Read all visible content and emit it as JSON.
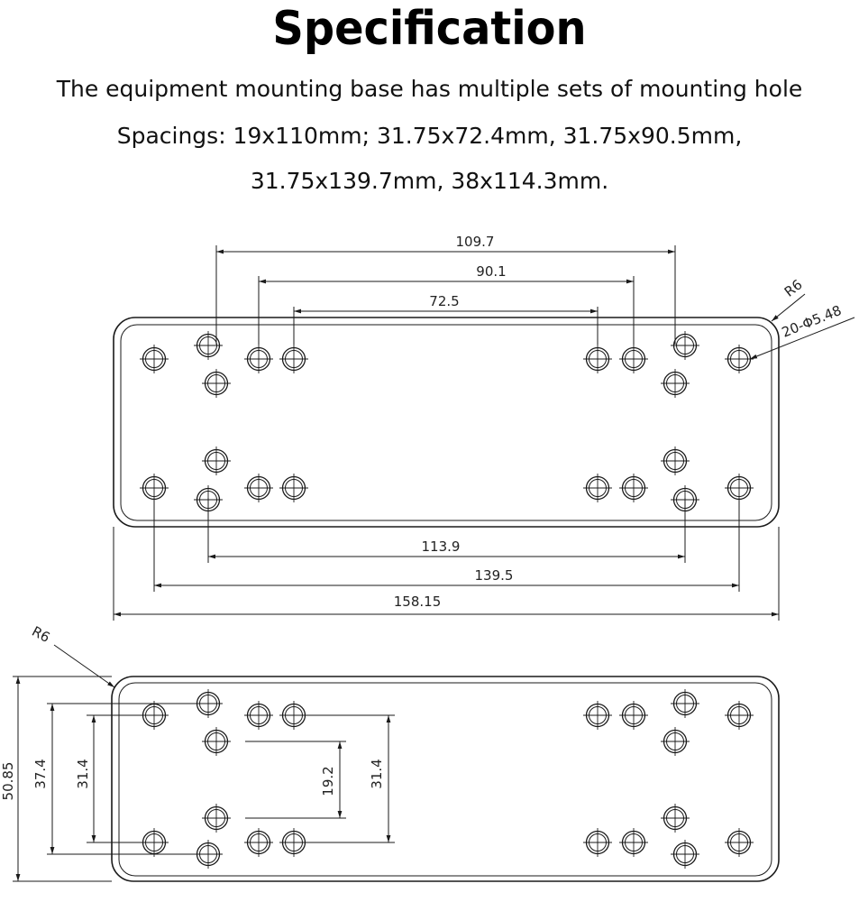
{
  "title": "Specification",
  "description": {
    "line1": "The equipment mounting base has multiple sets of mounting hole",
    "line2": "Spacings: 19x110mm; 31.75x72.4mm, 31.75x90.5mm,",
    "line3": "31.75x139.7mm, 38x114.3mm."
  },
  "top_view": {
    "dims": {
      "d109_7": "109.7",
      "d90_1": "90.1",
      "d72_5": "72.5",
      "d113_9": "113.9",
      "d139_5": "139.5",
      "d158_15": "158.15"
    },
    "radius_label": "R6",
    "hole_label": "20-Φ5.48"
  },
  "side_view": {
    "radius_label": "R6",
    "dims": {
      "d50_85": "50.85",
      "d37_4": "37.4",
      "d31_4a": "31.4",
      "d19_2": "19.2",
      "d31_4b": "31.4"
    }
  },
  "colors": {
    "line": "#1a1a1a",
    "text": "#111111"
  }
}
